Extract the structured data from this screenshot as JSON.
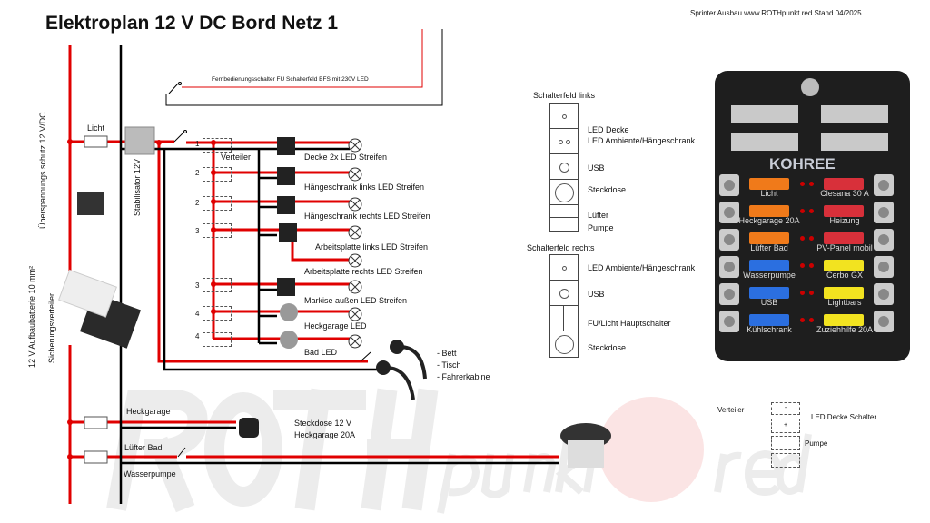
{
  "title": "Elektroplan 12 V DC Bord Netz 1",
  "credit": "Sprinter Ausbau www.ROTHpunkt.red Stand 04/2025",
  "watermark": {
    "a": "ROTH",
    "b": "punkt",
    "c": "red"
  },
  "colors": {
    "positive": "#e00000",
    "negative": "#000000"
  },
  "left": {
    "ueberspannung": "Überspannungs schutz 12 V/DC",
    "batterie": "12 V Aufbaubatterie 10 mm²",
    "sicherung": "Sicherungsverteiler",
    "stabilisator": "Stabilisator 12V",
    "licht": "Licht",
    "fernbedienung": "Fernbedienungsschalter FU Schalterfeld BFS mit 230V LED",
    "verteiler": "Verteiler"
  },
  "circuits": [
    {
      "num": "1",
      "label": "Decke 2x LED Streifen"
    },
    {
      "num": "2",
      "label": "Hängeschrank links LED Streifen"
    },
    {
      "num": "2",
      "label": "Hängeschrank rechts LED Streifen"
    },
    {
      "num": "3",
      "label": "Arbeitsplatte links LED Streifen"
    },
    {
      "num": "",
      "label": "Arbeitsplatte rechts LED Streifen"
    },
    {
      "num": "3",
      "label": "Markise außen LED Streifen"
    },
    {
      "num": "4",
      "label": "Heckgarage LED"
    },
    {
      "num": "4",
      "label": "Bad LED"
    }
  ],
  "reading_lights": [
    "- Bett",
    "- Tisch",
    "- Fahrerkabine"
  ],
  "bottom": {
    "heckgarage": "Heckgarage",
    "steckdose1": "Steckdose 12 V",
    "steckdose2": "Heckgarage 20A",
    "luefter": "Lüfter Bad",
    "wasserpumpe": "Wasserpumpe"
  },
  "schalterfeld_links": {
    "title": "Schalterfeld links",
    "items": [
      "LED Decke",
      "LED Ambiente/Hängeschrank",
      "USB",
      "Steckdose",
      "Lüfter",
      "Pumpe"
    ]
  },
  "schalterfeld_rechts": {
    "title": "Schalterfeld rechts",
    "items": [
      "LED Ambiente/Hängeschrank",
      "USB",
      "FU/Licht Hauptschalter",
      "Steckdose"
    ]
  },
  "fusebox": {
    "brand": "KOHREE",
    "left": [
      {
        "label": "Licht",
        "color": "#f07a1a"
      },
      {
        "label": "Heckgarage 20A",
        "color": "#f07a1a"
      },
      {
        "label": "Lüfter Bad",
        "color": "#f07a1a"
      },
      {
        "label": "Wasserpumpe",
        "color": "#2b6fe0"
      },
      {
        "label": "USB",
        "color": "#2b6fe0"
      },
      {
        "label": "Kühlschrank",
        "color": "#2b6fe0"
      }
    ],
    "right": [
      {
        "label": "Clesana 30 A",
        "color": "#d8303a"
      },
      {
        "label": "Heizung",
        "color": "#d8303a"
      },
      {
        "label": "PV-Panel mobil",
        "color": "#d8303a"
      },
      {
        "label": "Cerbo GX",
        "color": "#f2e320"
      },
      {
        "label": "Lightbars",
        "color": "#f2e320"
      },
      {
        "label": "Zuziehhilfe 20A",
        "color": "#f2e320"
      }
    ]
  },
  "legend": {
    "verteiler": "Verteiler",
    "minus": "-",
    "plus": "+",
    "led_decke": "LED Decke Schalter",
    "pumpe": "Pumpe"
  }
}
